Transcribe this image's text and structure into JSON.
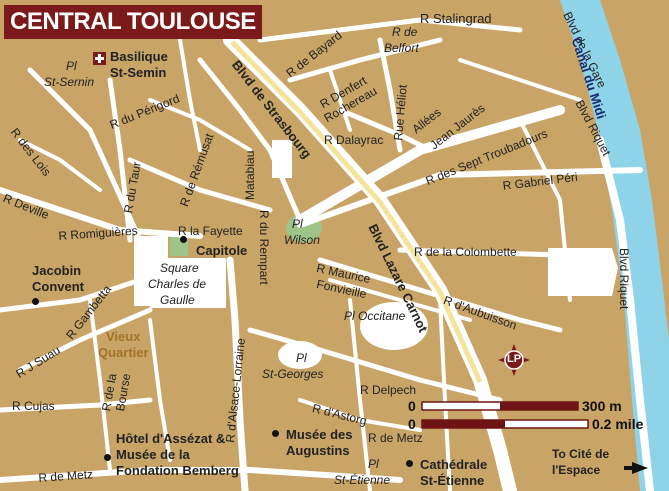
{
  "map": {
    "title": "CENTRAL TOULOUSE",
    "colors": {
      "land": "#c9a467",
      "street": "#ffffff",
      "water": "#8fd3e8",
      "park": "#9fc48a",
      "plaza": "#ffffff",
      "title_bg": "#7a1a1a",
      "scale_bar": "#6e1414"
    },
    "streets": {
      "stalingrad": "R Stalingrad",
      "bayard": "R de Bayard",
      "belfort_1": "R de",
      "belfort_2": "Belfort",
      "denfert_1": "R Denfert",
      "denfert_2": "Rochereau",
      "heliot": "Rue Héliot",
      "allees_1": "Allées",
      "allees_2": "Jean Jaurès",
      "perigord": "R du Périgord",
      "remusat": "R de Rémusat",
      "rempart_1": "R du Rempart",
      "rempart_2": "Matabiau",
      "strasbourg": "Blvd de Strasbourg",
      "dalayrac": "R Dalayrac",
      "lois": "R des Lois",
      "taur": "R du Taur",
      "sept_troubadours": "R des Sept Troubadours",
      "gabriel_peri": "R Gabriel Péri",
      "de_la_gare": "Blvd de la Gare",
      "bd_riquet_top": "Blvd  Riquet",
      "bd_riquet_right": "Blvd  Riquet",
      "deville": "R Deville",
      "romiguieres": "R Romiguières",
      "la_fayette": "R la Fayette",
      "colombette": "R de la Colombette",
      "lazare_carnot": "Blvd Lazare Carnot",
      "maurice_1": "R Maurice",
      "maurice_2": "Fonvieille",
      "aubuisson": "R d'Aubuisson",
      "gambetta": "R Gambetta",
      "suau": "R J Suau",
      "alsace": "R d'Alsace-Lorraine",
      "bourse_1": "R de la",
      "bourse_2": "Bourse",
      "cujas": "R Cujas",
      "delpech": "R Delpech",
      "astorg": "R d'Astorg",
      "de_metz_right": "R de Metz",
      "de_metz_left": "R de Metz"
    },
    "squares": {
      "st_sernin_1": "Pl",
      "st_sernin_2": "St-Sernin",
      "wilson_1": "Pl",
      "wilson_2": "Wilson",
      "square_cg_1": "Square",
      "square_cg_2": "Charles de",
      "square_cg_3": "Gaulle",
      "occitane": "Pl Occitane",
      "st_georges_1": "Pl",
      "st_georges_2": "St-Georges",
      "st_etienne_1": "Pl",
      "st_etienne_2": "St-Étienne"
    },
    "water_labels": {
      "canal": "Canal du Midi"
    },
    "landmarks": {
      "basilique_1": "Basilique",
      "basilique_2": "St-Semin",
      "capitole": "Capitole",
      "jacobin_1": "Jacobin",
      "jacobin_2": "Convent",
      "vieux_1": "Vieux",
      "vieux_2": "Quartier",
      "assezat_1": "Hôtel d'Assézat &",
      "assezat_2": "Musée de la",
      "assezat_3": "Fondation Bemberg",
      "augustins_1": "Musée des",
      "augustins_2": "Augustins",
      "cathedrale_1": "Cathédrale",
      "cathedrale_2": "St-Étienne",
      "cite_1": "To Cité de",
      "cite_2": "l'Espace"
    },
    "scale": {
      "zero_top": "0",
      "zero_bottom": "0",
      "meters": "300 m",
      "miles": "0.2 mile"
    },
    "compass_letters": "LP",
    "icons": [
      "church-icon",
      "landmark-dot-icon",
      "compass-icon",
      "arrow-right-icon"
    ]
  }
}
